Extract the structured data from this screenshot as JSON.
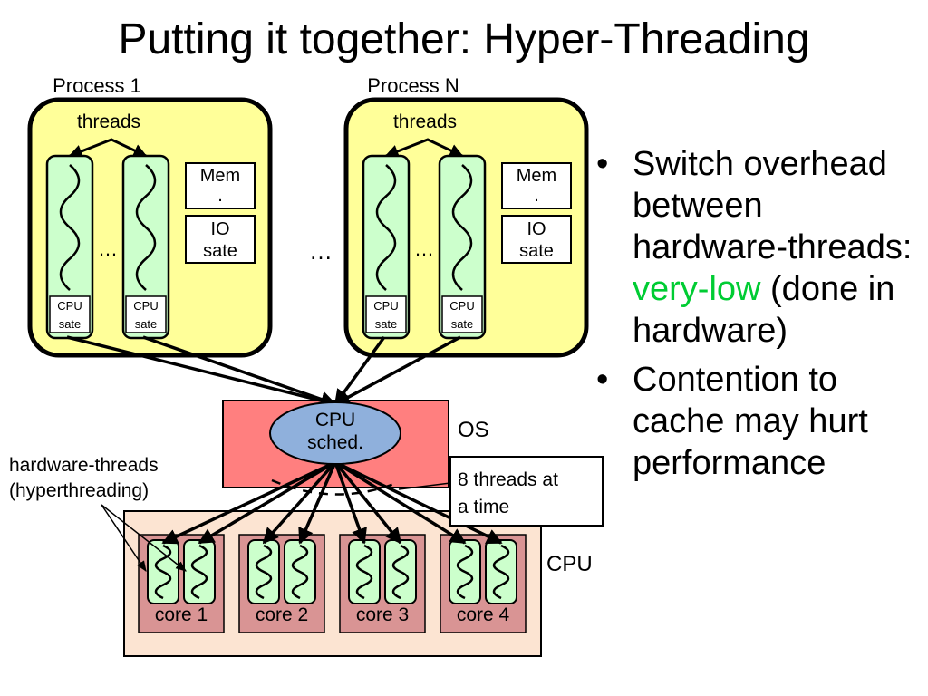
{
  "title": "Putting it together: Hyper-Threading",
  "processes": [
    {
      "label": "Process 1",
      "threads_label": "threads",
      "mem_label": "Mem\n.",
      "io_label": "IO\nsate",
      "cpu_state_label": "CPU\nsate",
      "ellipsis": "…"
    },
    {
      "label": "Process N",
      "threads_label": "threads",
      "mem_label": "Mem\n.",
      "io_label": "IO\nsate",
      "cpu_state_label": "CPU\nsate",
      "ellipsis": "…"
    }
  ],
  "between_processes_ellipsis": "…",
  "os": {
    "scheduler_label": "CPU\nsched.",
    "label": "OS"
  },
  "callout": {
    "text": "8 threads at\na time"
  },
  "hardware_threads_label": "hardware-threads\n(hyperthreading)",
  "cpu": {
    "label": "CPU",
    "cores": [
      "core 1",
      "core 2",
      "core 3",
      "core 4"
    ]
  },
  "bullets": [
    {
      "bullet": "•",
      "prefix": "Switch overhead between hardware-threads: ",
      "highlight": "very-low",
      "suffix": " (done in hardware)"
    },
    {
      "bullet": "•",
      "prefix": "Contention to cache may hurt performance",
      "highlight": "",
      "suffix": ""
    }
  ],
  "colors": {
    "process_box": "#ffff99",
    "thread_fill": "#ccffcc",
    "os_box": "#ff7f7f",
    "scheduler": "#8fb0dc",
    "cpu_box": "#fce4d2",
    "core_box": "#d99494",
    "highlight": "#00cc33"
  }
}
